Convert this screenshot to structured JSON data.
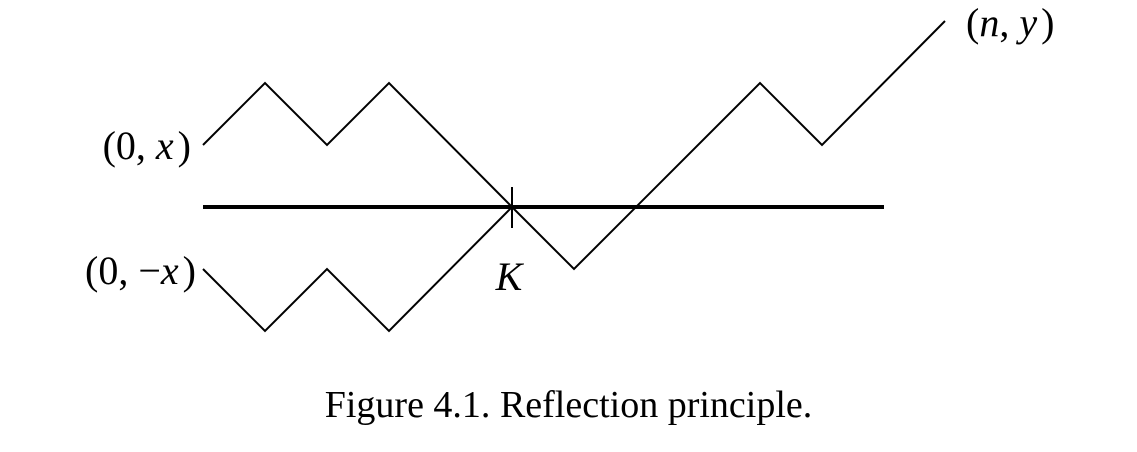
{
  "diagram": {
    "label_start_upper": {
      "open": "(0, ",
      "var": "x",
      "close": ")"
    },
    "label_start_lower": {
      "open": "(0, −",
      "var": "x",
      "close": ")"
    },
    "label_end": {
      "open": "(",
      "var1": "n",
      "sep": ", ",
      "var2": "y",
      "close": ")"
    },
    "label_crossing": "K"
  },
  "caption": {
    "figure_number": "Figure 4.1.",
    "title": "Reflection principle."
  },
  "colors": {
    "ink": "#000000",
    "background": "#ffffff"
  }
}
